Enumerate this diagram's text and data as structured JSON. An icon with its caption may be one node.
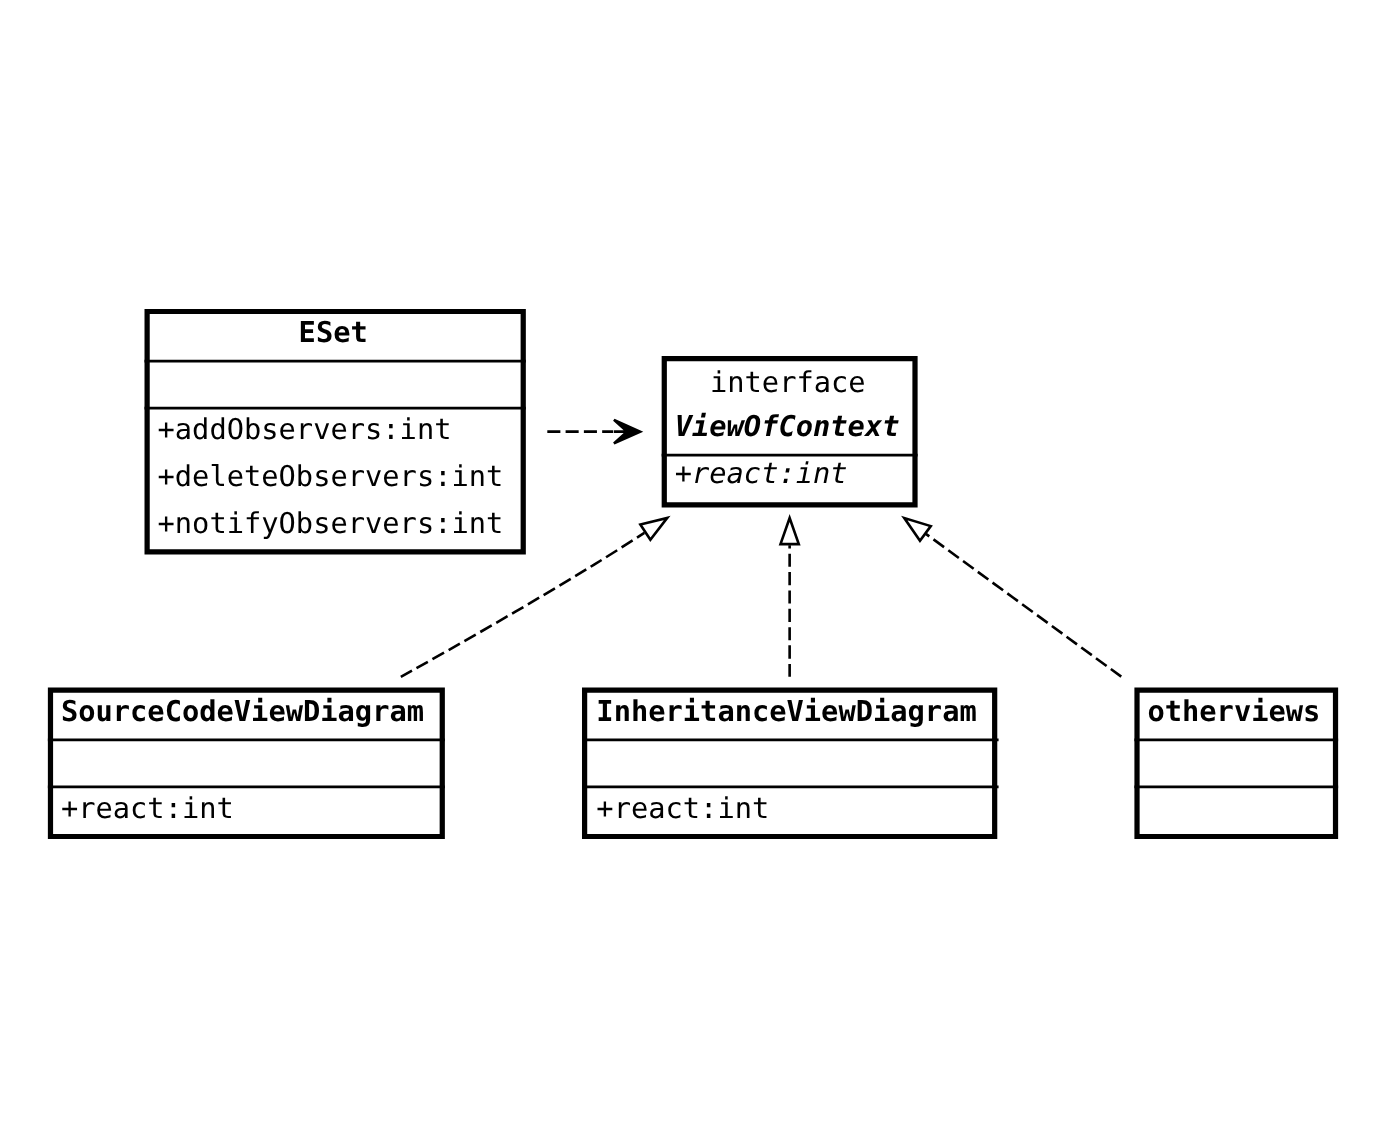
{
  "diagram": {
    "nodes": [
      {
        "text": [
          "ESet",
          "+addObservers:int",
          "+deleteObservers:int",
          "+notifyObservers:int"
        ]
      },
      {
        "text": [
          "interface",
          "ViewOfContext",
          "+react:int"
        ]
      },
      {
        "text": [
          "SourceCodeViewDiagram",
          "+react:int"
        ]
      },
      {
        "text": [
          "InheritanceViewDiagram",
          "+react:int"
        ]
      },
      {
        "text": [
          "otherviews"
        ]
      }
    ],
    "edges": [
      {
        "from": 0,
        "to": 1,
        "arrow": "to",
        "style": "dashed"
      },
      {
        "from": 2,
        "to": 1,
        "arrow": "to",
        "style": "dashed"
      },
      {
        "from": 3,
        "to": 1,
        "arrow": "to",
        "style": "dashed"
      },
      {
        "from": 4,
        "to": 1,
        "arrow": "to",
        "style": "dashed"
      }
    ]
  }
}
